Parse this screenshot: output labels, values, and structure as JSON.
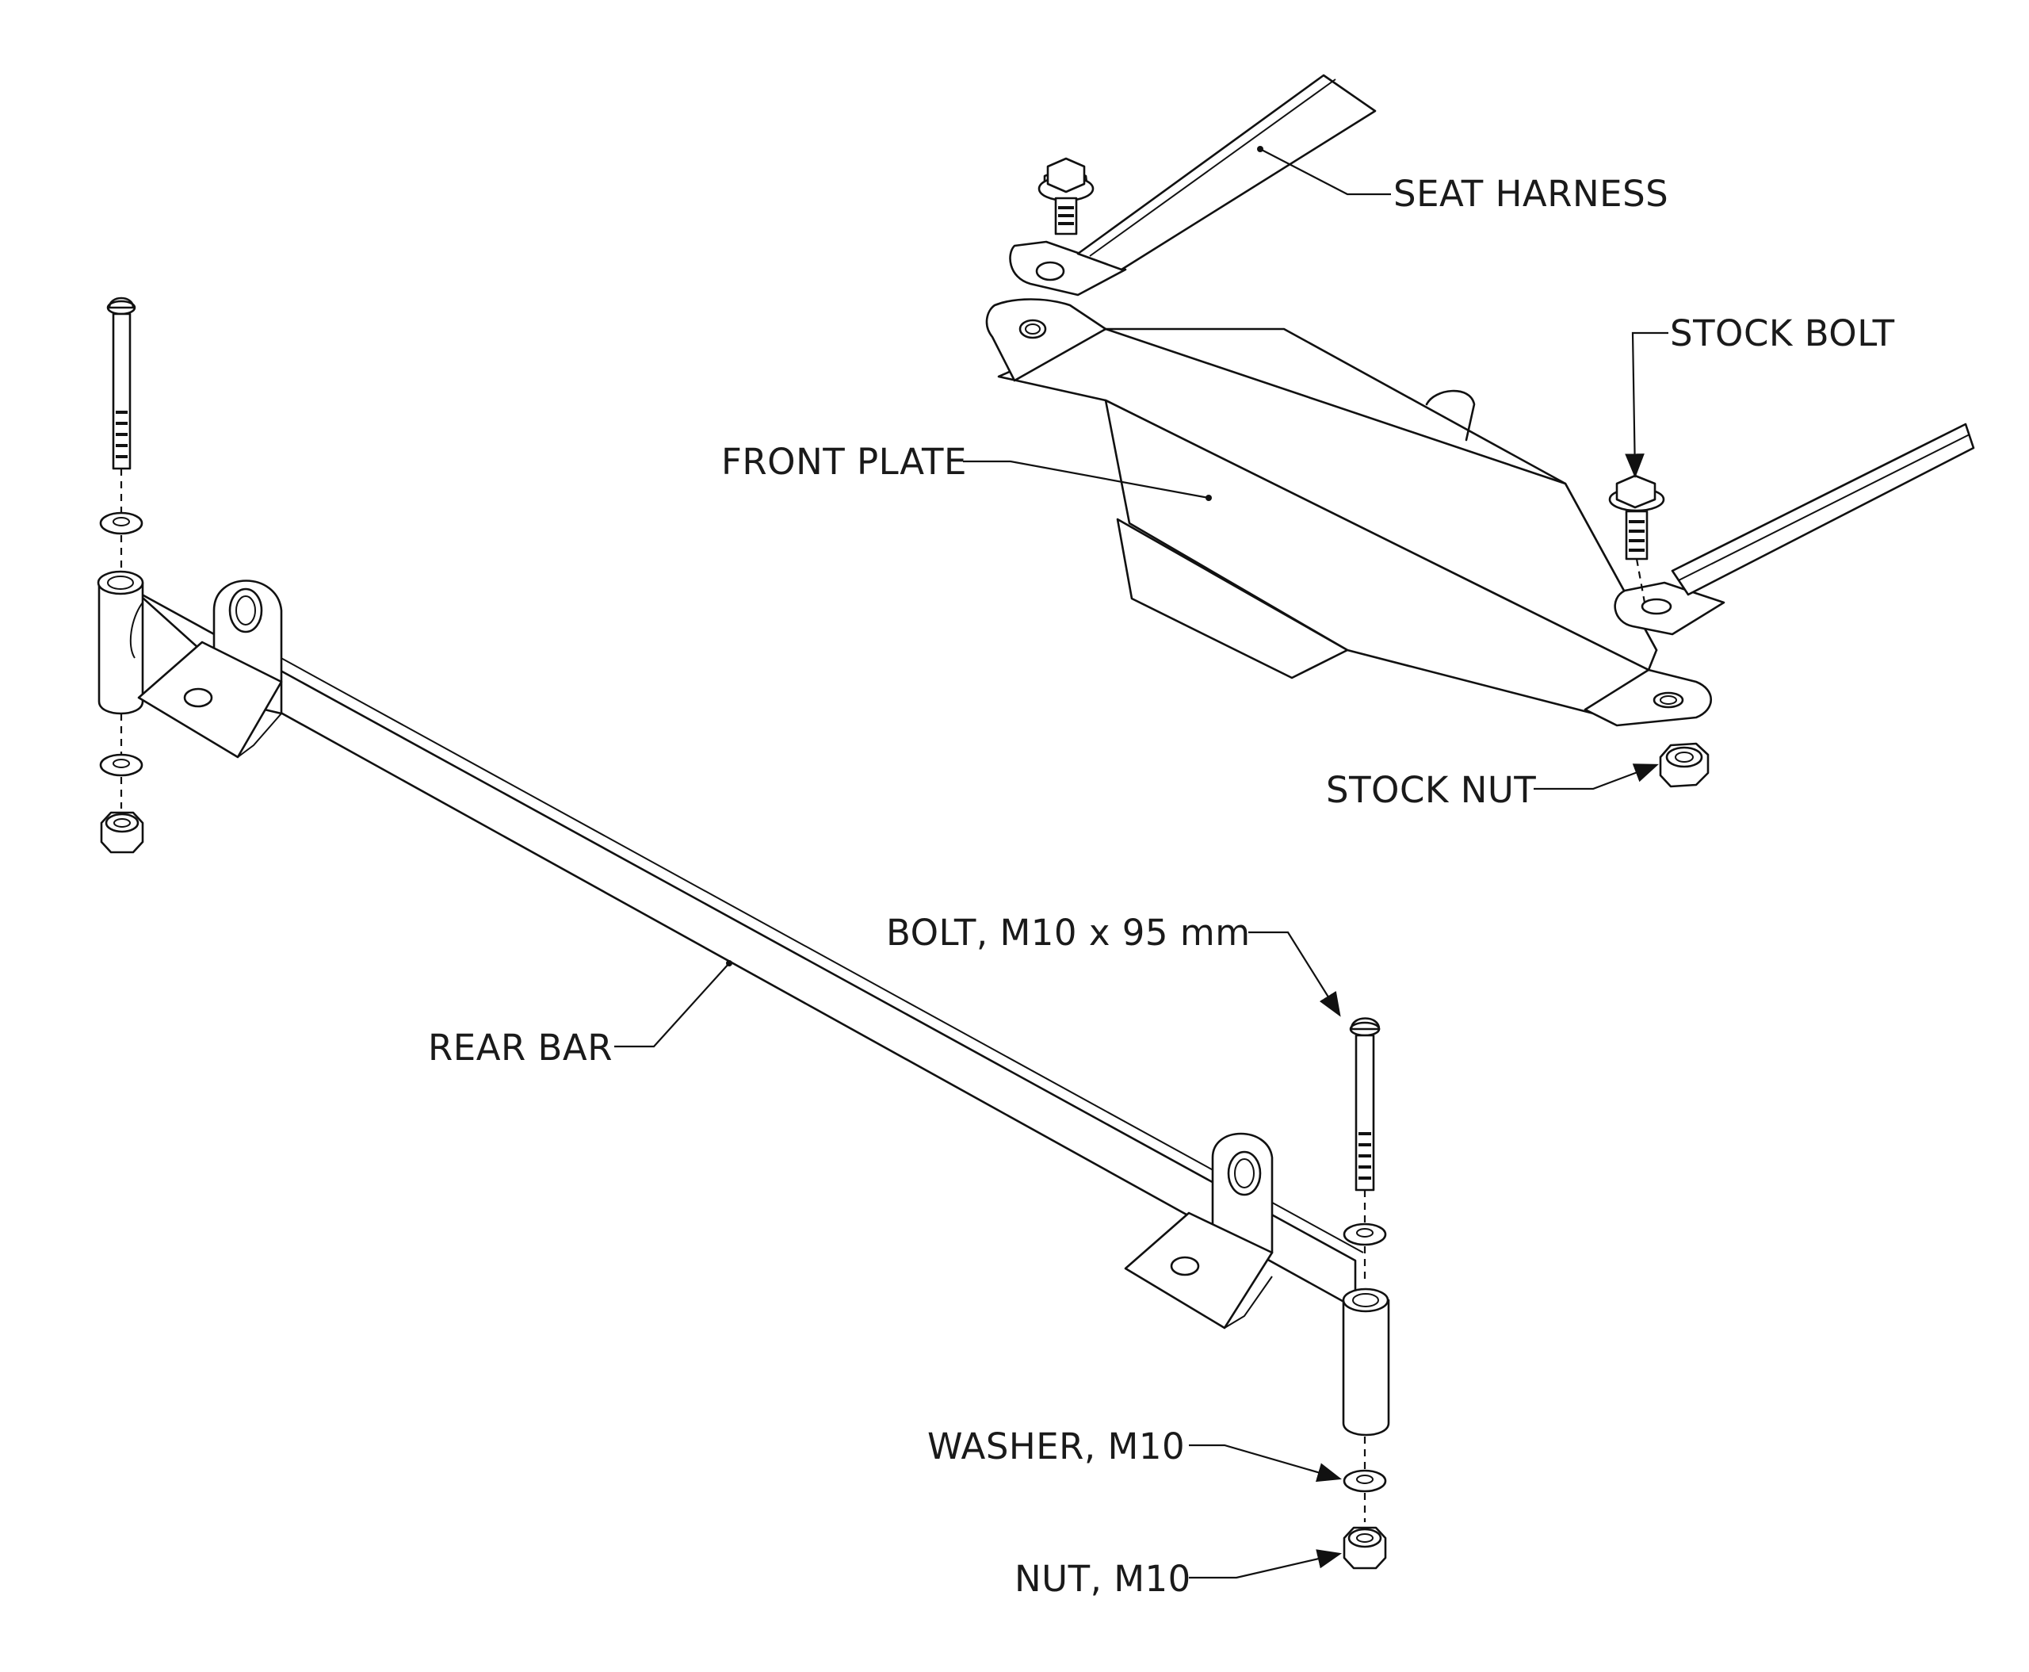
{
  "labels": {
    "seat_harness": "SEAT HARNESS",
    "stock_bolt": "STOCK BOLT",
    "front_plate": "FRONT PLATE",
    "stock_nut": "STOCK NUT",
    "bolt": "BOLT, M10 x 95 mm",
    "rear_bar": "REAR BAR",
    "washer": "WASHER, M10",
    "nut": "NUT, M10"
  }
}
